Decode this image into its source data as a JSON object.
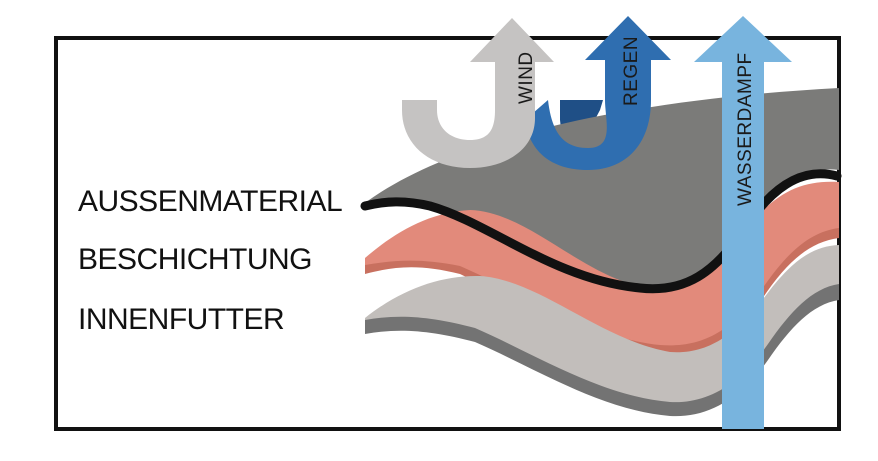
{
  "layers": {
    "outer": "AUSSENMATERIAL",
    "coating": "BESCHICHTUNG",
    "lining": "INNENFUTTER"
  },
  "arrows": {
    "wind": "WIND",
    "rain": "REGEN",
    "vapor": "WASSERDAMPF"
  },
  "colors": {
    "frame": "#111111",
    "outer_material": "#7b7b79",
    "coating": "#e28a7b",
    "lining": "#c2bebb",
    "wind_arrow": "#c5c3c2",
    "rain_arrow": "#2f6eb0",
    "vapor_arrow": "#78b4de"
  }
}
